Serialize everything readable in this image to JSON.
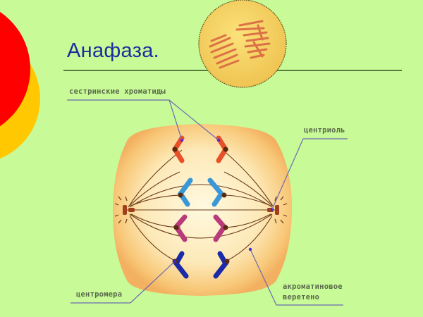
{
  "slide": {
    "title": "Анафаза.",
    "background_color": "#c8fb98",
    "title_color": "#1a2d9e",
    "rule_color": "#5a7a40",
    "decor": {
      "red_circle_color": "#ff0000",
      "yellow_circle_color": "#ffc800"
    },
    "micrograph": {
      "description": "anaphase micrograph",
      "fill": "#f6d46a",
      "chromosome_color": "#d86040"
    }
  },
  "diagram": {
    "cell_fill": "#fbe4a8",
    "spindle_color": "#6a3a1a",
    "leader_color": "#6a6ab0",
    "chromosome_pairs": [
      {
        "name": "red",
        "color": "#e8502a"
      },
      {
        "name": "blue",
        "color": "#3a98d8"
      },
      {
        "name": "magenta",
        "color": "#b83a7a"
      },
      {
        "name": "navy",
        "color": "#1a2aa8"
      }
    ],
    "labels": {
      "sister_chromatids": "сестринские хроматиды",
      "centriole": "центриоль",
      "centromere": "центромера",
      "spindle_line1": "акроматиновое",
      "spindle_line2": "веретено"
    }
  }
}
